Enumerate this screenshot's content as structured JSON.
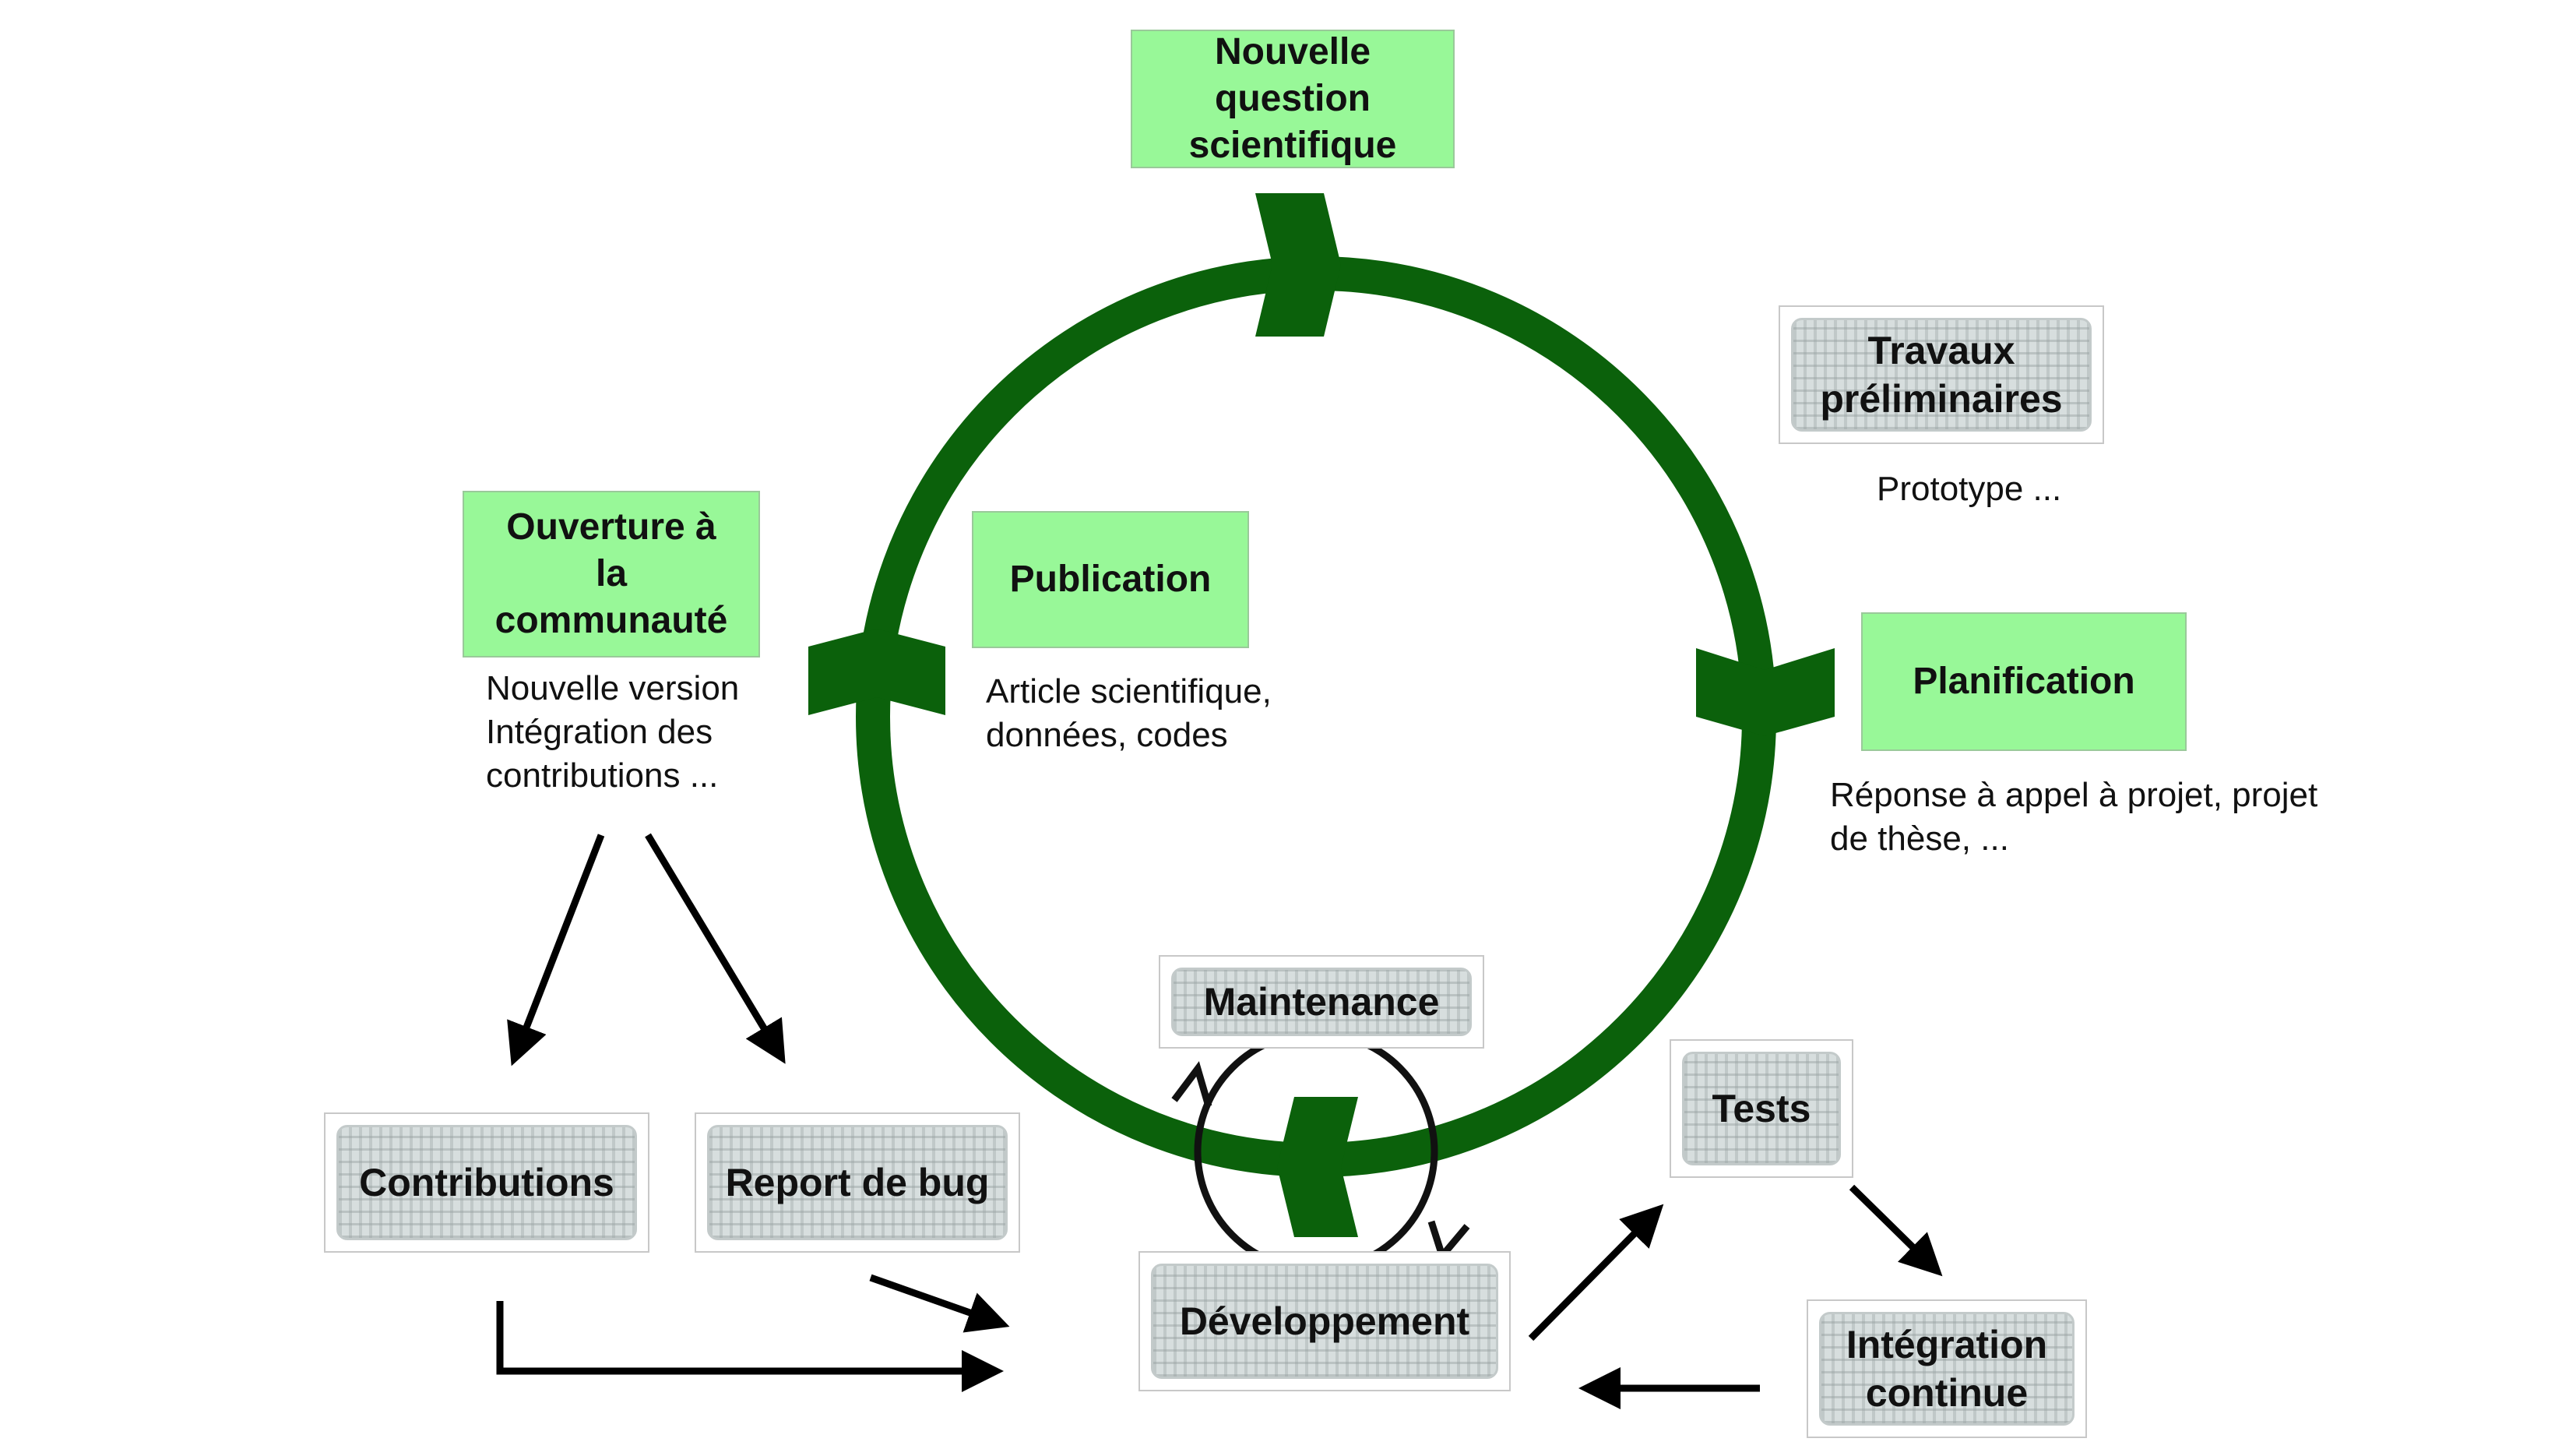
{
  "colors": {
    "cycle": "#0b610b",
    "stage_fill": "#98f898",
    "stage_border": "#9ac99a",
    "arrow": "#000000"
  },
  "stages": {
    "nouvelle_question": "Nouvelle\nquestion\nscientifique",
    "planification": "Planification",
    "publication": "Publication",
    "ouverture": "Ouverture à\nla\ncommunauté"
  },
  "code_boxes": {
    "travaux": "Travaux\npréliminaires",
    "maintenance": "Maintenance",
    "developpement": "Développement",
    "tests": "Tests",
    "integration": "Intégration\ncontinue",
    "contributions": "Contributions",
    "report_bug": "Report de bug"
  },
  "notes": {
    "prototype": "Prototype ...",
    "planification": "Réponse à appel à projet, projet\nde thèse, ...",
    "publication": "Article scientifique,\ndonnées, codes",
    "ouverture": "Nouvelle version\nIntégration des\ncontributions ..."
  }
}
